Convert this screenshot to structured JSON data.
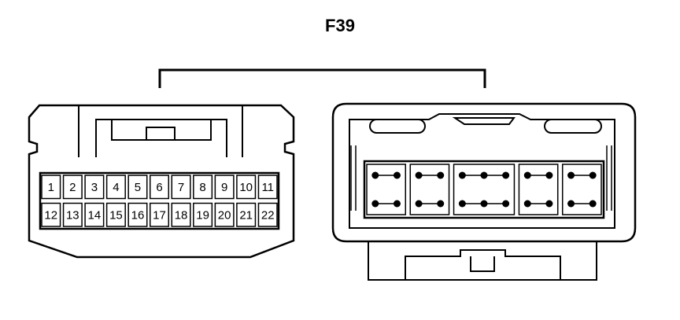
{
  "title": "F39",
  "left_connector": {
    "top_row": [
      "1",
      "2",
      "3",
      "4",
      "5",
      "6",
      "7",
      "8",
      "9",
      "10",
      "11"
    ],
    "bottom_row": [
      "12",
      "13",
      "14",
      "15",
      "16",
      "17",
      "18",
      "19",
      "20",
      "21",
      "22"
    ]
  },
  "right_connector": {
    "pin_pairs_per_row": [
      2,
      2,
      3,
      2,
      2
    ]
  },
  "colors": {
    "line": "#000000",
    "background": "#ffffff"
  }
}
